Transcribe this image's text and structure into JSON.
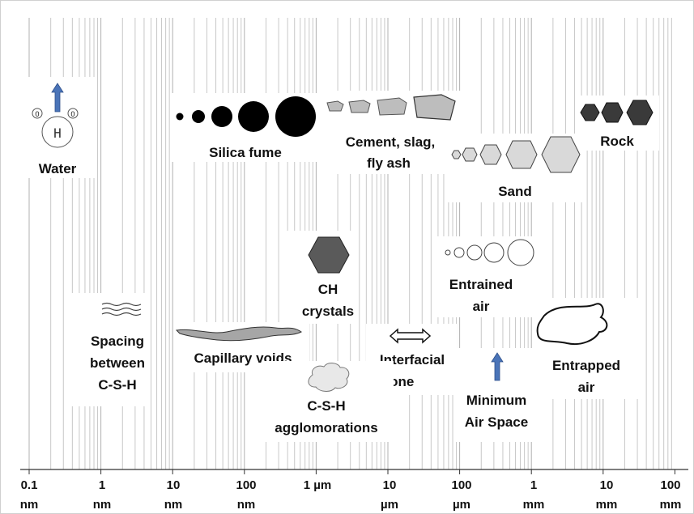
{
  "axis": {
    "ticks": [
      {
        "top": "0.1",
        "bottom": "nm"
      },
      {
        "top": "1",
        "bottom": "nm"
      },
      {
        "top": "10",
        "bottom": "nm"
      },
      {
        "top": "100",
        "bottom": "nm"
      },
      {
        "top": "1 µm",
        "bottom": ""
      },
      {
        "top": "10",
        "bottom": "µm"
      },
      {
        "top": "100",
        "bottom": "µm"
      },
      {
        "top": "1",
        "bottom": "mm"
      },
      {
        "top": "10",
        "bottom": "mm"
      },
      {
        "top": "100",
        "bottom": "mm"
      }
    ],
    "scale": "log"
  },
  "items": {
    "water": {
      "label": "Water",
      "atom_h": "H",
      "atom_o1": "O",
      "atom_o2": "O"
    },
    "silica_fume": {
      "label": "Silica fume"
    },
    "cement": {
      "line1": "Cement, slag,",
      "line2": "fly ash"
    },
    "rock": {
      "label": "Rock"
    },
    "sand": {
      "label": "Sand"
    },
    "ch": {
      "line1": "CH",
      "line2": "crystals"
    },
    "entrained_air": {
      "line1": "Entrained",
      "line2": "air"
    },
    "csh_spacing": {
      "line1": "Spacing",
      "line2": "between",
      "line3": "C-S-H"
    },
    "capillary_voids": {
      "label": "Capillary voids"
    },
    "interfacial_zone": {
      "line1": "Interfacial",
      "line2": "zone"
    },
    "entrapped_air": {
      "line1": "Entrapped",
      "line2": "air"
    },
    "csh_agglom": {
      "line1": "C-S-H",
      "line2": "agglomorations"
    },
    "min_air": {
      "line1": "Minimum",
      "line2": "Air Space"
    }
  },
  "colors": {
    "arrow_blue": "#4a74b8",
    "silica": "#000000",
    "cement_fill": "#bdbdbd",
    "rock_fill": "#3a3a3a",
    "sand_fill": "#d9d9d9",
    "ch_fill": "#5a5a5a",
    "void_fill": "#a6a6a6"
  }
}
